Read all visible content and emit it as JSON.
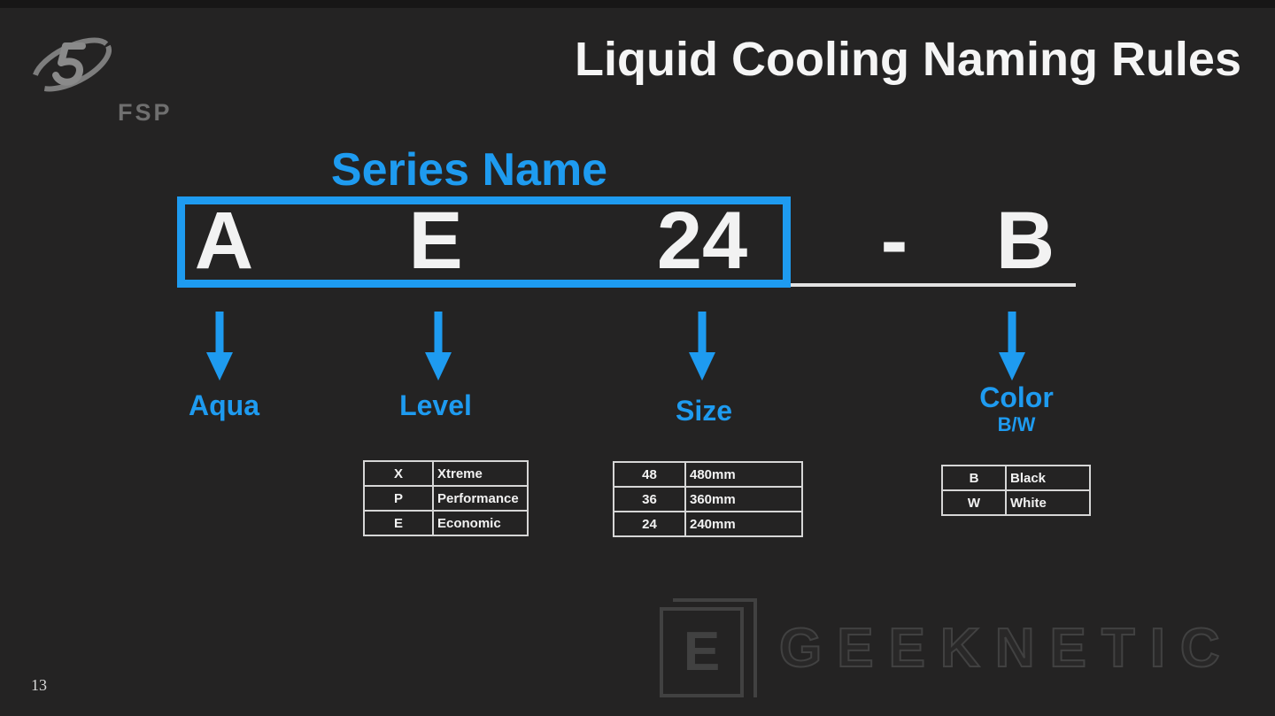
{
  "header": {
    "title": "Liquid Cooling Naming Rules",
    "logo_text": "FSP"
  },
  "diagram": {
    "series_label": "Series Name",
    "code": {
      "letters": [
        "A",
        "E",
        "24"
      ],
      "separator": "-",
      "suffix": "B"
    },
    "annotations": [
      {
        "label": "Aqua"
      },
      {
        "label": "Level"
      },
      {
        "label": "Size"
      },
      {
        "label": "Color",
        "sub": "B/W"
      }
    ]
  },
  "tables": {
    "level": {
      "rows": [
        [
          "X",
          "Xtreme"
        ],
        [
          "P",
          "Performance"
        ],
        [
          "E",
          "Economic"
        ]
      ]
    },
    "size": {
      "rows": [
        [
          "48",
          "480mm"
        ],
        [
          "36",
          "360mm"
        ],
        [
          "24",
          "240mm"
        ]
      ]
    },
    "color": {
      "rows": [
        [
          "B",
          "Black"
        ],
        [
          "W",
          "White"
        ]
      ]
    }
  },
  "watermark": {
    "logo_letter": "E",
    "text": "GEEKNETIC"
  },
  "page": {
    "number": "13"
  },
  "colors": {
    "accent_blue": "#1e9bf0",
    "background": "#242323",
    "text_white": "#f2f2f2",
    "watermark_gray": "#414141"
  }
}
